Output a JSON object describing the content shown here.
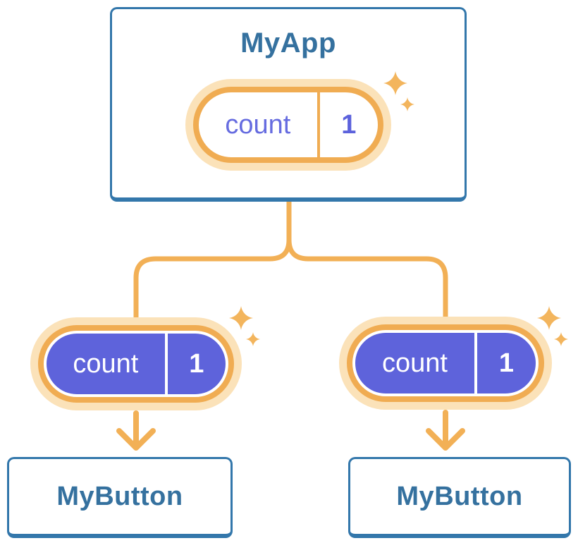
{
  "diagram": {
    "root": {
      "label": "MyApp",
      "state_name": "count",
      "state_value": "1"
    },
    "children": [
      {
        "label": "MyButton",
        "prop_name": "count",
        "prop_value": "1"
      },
      {
        "label": "MyButton",
        "prop_name": "count",
        "prop_value": "1"
      }
    ]
  },
  "colors": {
    "card_border_blue": "#3377AB",
    "label_text_blue": "#35719F",
    "pill_ring_orange": "#F0AC52",
    "pill_halo_orange": "#FBE2B9",
    "connector_orange": "#F2B056",
    "sparkle_orange": "#F3B55D",
    "pill_purple_fill": "#5E63DB",
    "pill_purple_text": "#666CE0",
    "pill_value_purple": "#5C62DC"
  }
}
